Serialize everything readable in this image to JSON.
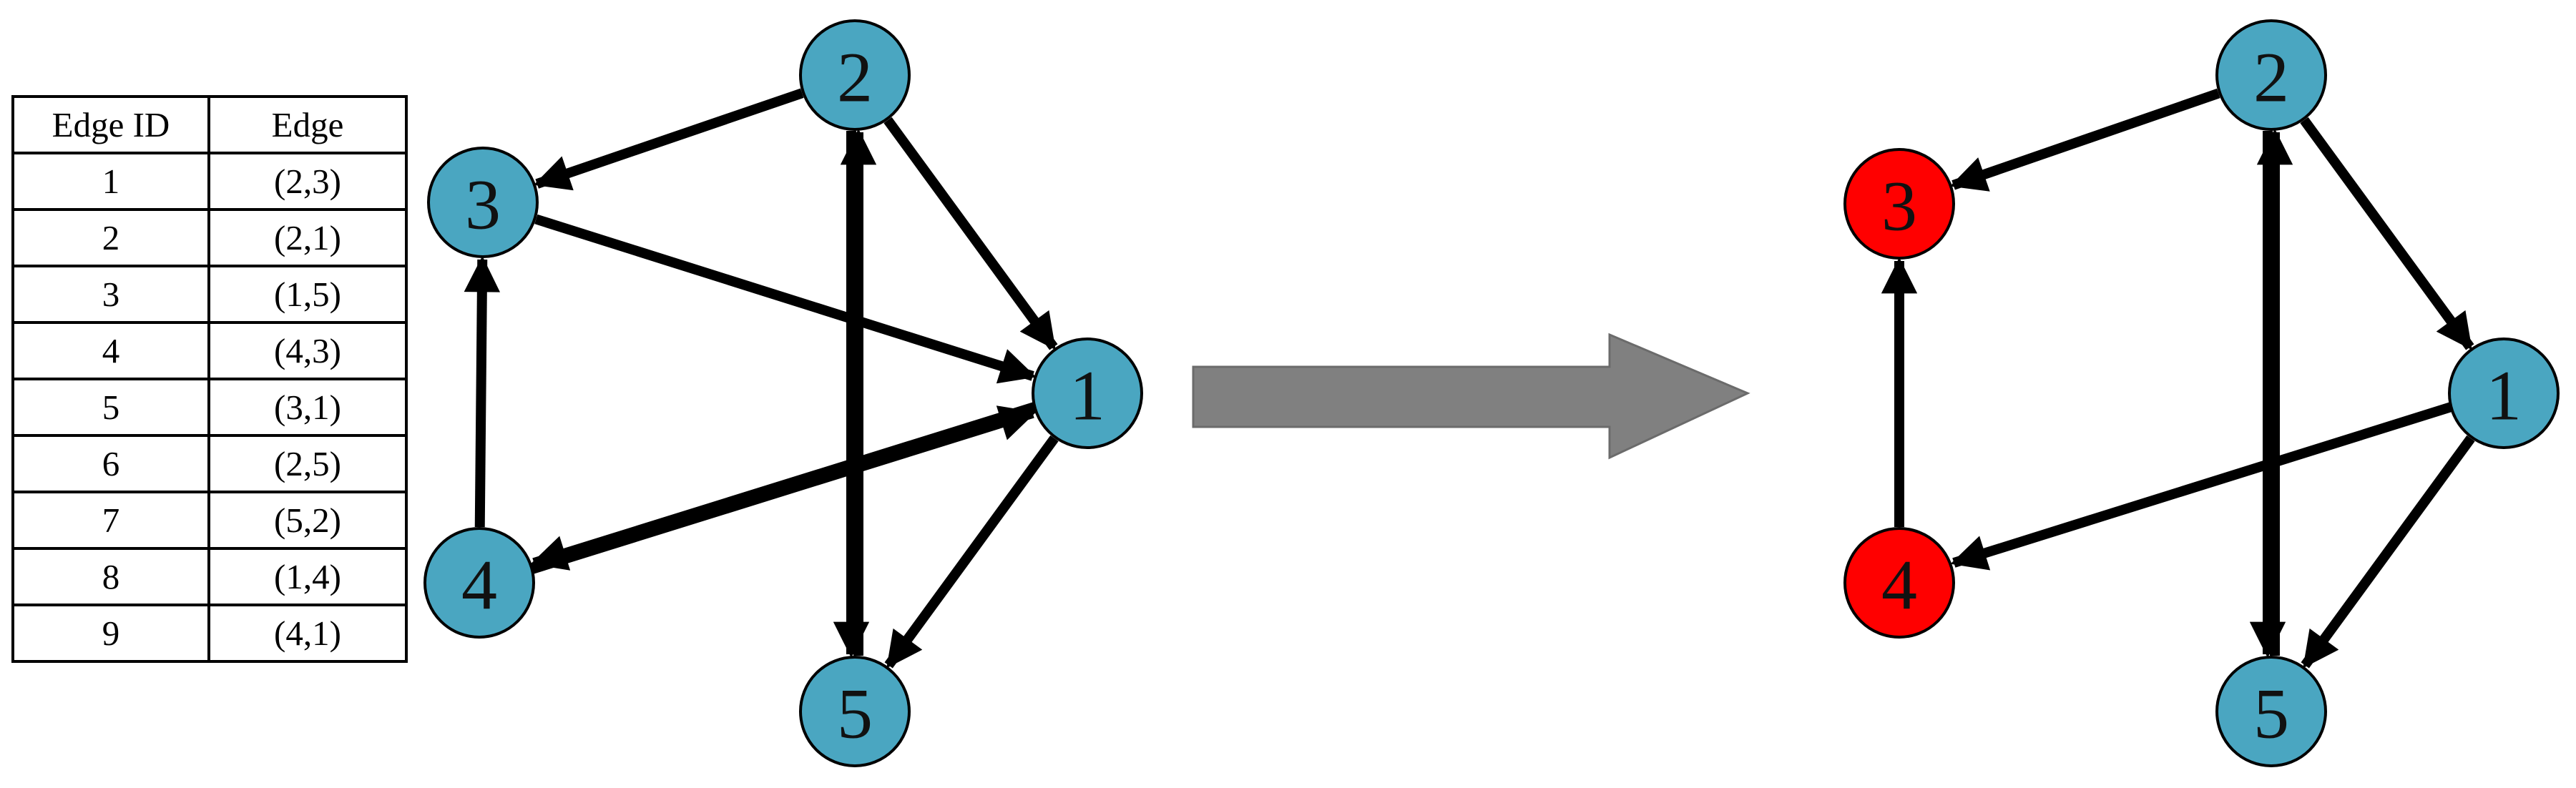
{
  "table": {
    "headers": [
      "Edge ID",
      "Edge"
    ],
    "rows": [
      [
        "1",
        "(2,3)"
      ],
      [
        "2",
        "(2,1)"
      ],
      [
        "3",
        "(1,5)"
      ],
      [
        "4",
        "(4,3)"
      ],
      [
        "5",
        "(3,1)"
      ],
      [
        "6",
        "(2,5)"
      ],
      [
        "7",
        "(5,2)"
      ],
      [
        "8",
        "(1,4)"
      ],
      [
        "9",
        "(4,1)"
      ]
    ]
  },
  "colors": {
    "node_default": "#4aa6c1",
    "node_highlight": "#ff0000",
    "edge": "#000000",
    "transition_arrow": "#808080"
  },
  "graphs": [
    {
      "name": "left",
      "nodes": [
        {
          "id": "1",
          "label": "1",
          "highlighted": false
        },
        {
          "id": "2",
          "label": "2",
          "highlighted": false
        },
        {
          "id": "3",
          "label": "3",
          "highlighted": false
        },
        {
          "id": "4",
          "label": "4",
          "highlighted": false
        },
        {
          "id": "5",
          "label": "5",
          "highlighted": false
        }
      ],
      "edges": [
        {
          "from": "2",
          "to": "3"
        },
        {
          "from": "2",
          "to": "1"
        },
        {
          "from": "1",
          "to": "5"
        },
        {
          "from": "4",
          "to": "3"
        },
        {
          "from": "3",
          "to": "1"
        },
        {
          "from": "2",
          "to": "5"
        },
        {
          "from": "5",
          "to": "2"
        },
        {
          "from": "1",
          "to": "4"
        },
        {
          "from": "4",
          "to": "1"
        }
      ]
    },
    {
      "name": "right",
      "nodes": [
        {
          "id": "1",
          "label": "1",
          "highlighted": false
        },
        {
          "id": "2",
          "label": "2",
          "highlighted": false
        },
        {
          "id": "3",
          "label": "3",
          "highlighted": true
        },
        {
          "id": "4",
          "label": "4",
          "highlighted": true
        },
        {
          "id": "5",
          "label": "5",
          "highlighted": false
        }
      ],
      "edges": [
        {
          "from": "2",
          "to": "3"
        },
        {
          "from": "2",
          "to": "1"
        },
        {
          "from": "1",
          "to": "5"
        },
        {
          "from": "4",
          "to": "3"
        },
        {
          "from": "2",
          "to": "5"
        },
        {
          "from": "5",
          "to": "2"
        },
        {
          "from": "1",
          "to": "4"
        }
      ]
    }
  ]
}
